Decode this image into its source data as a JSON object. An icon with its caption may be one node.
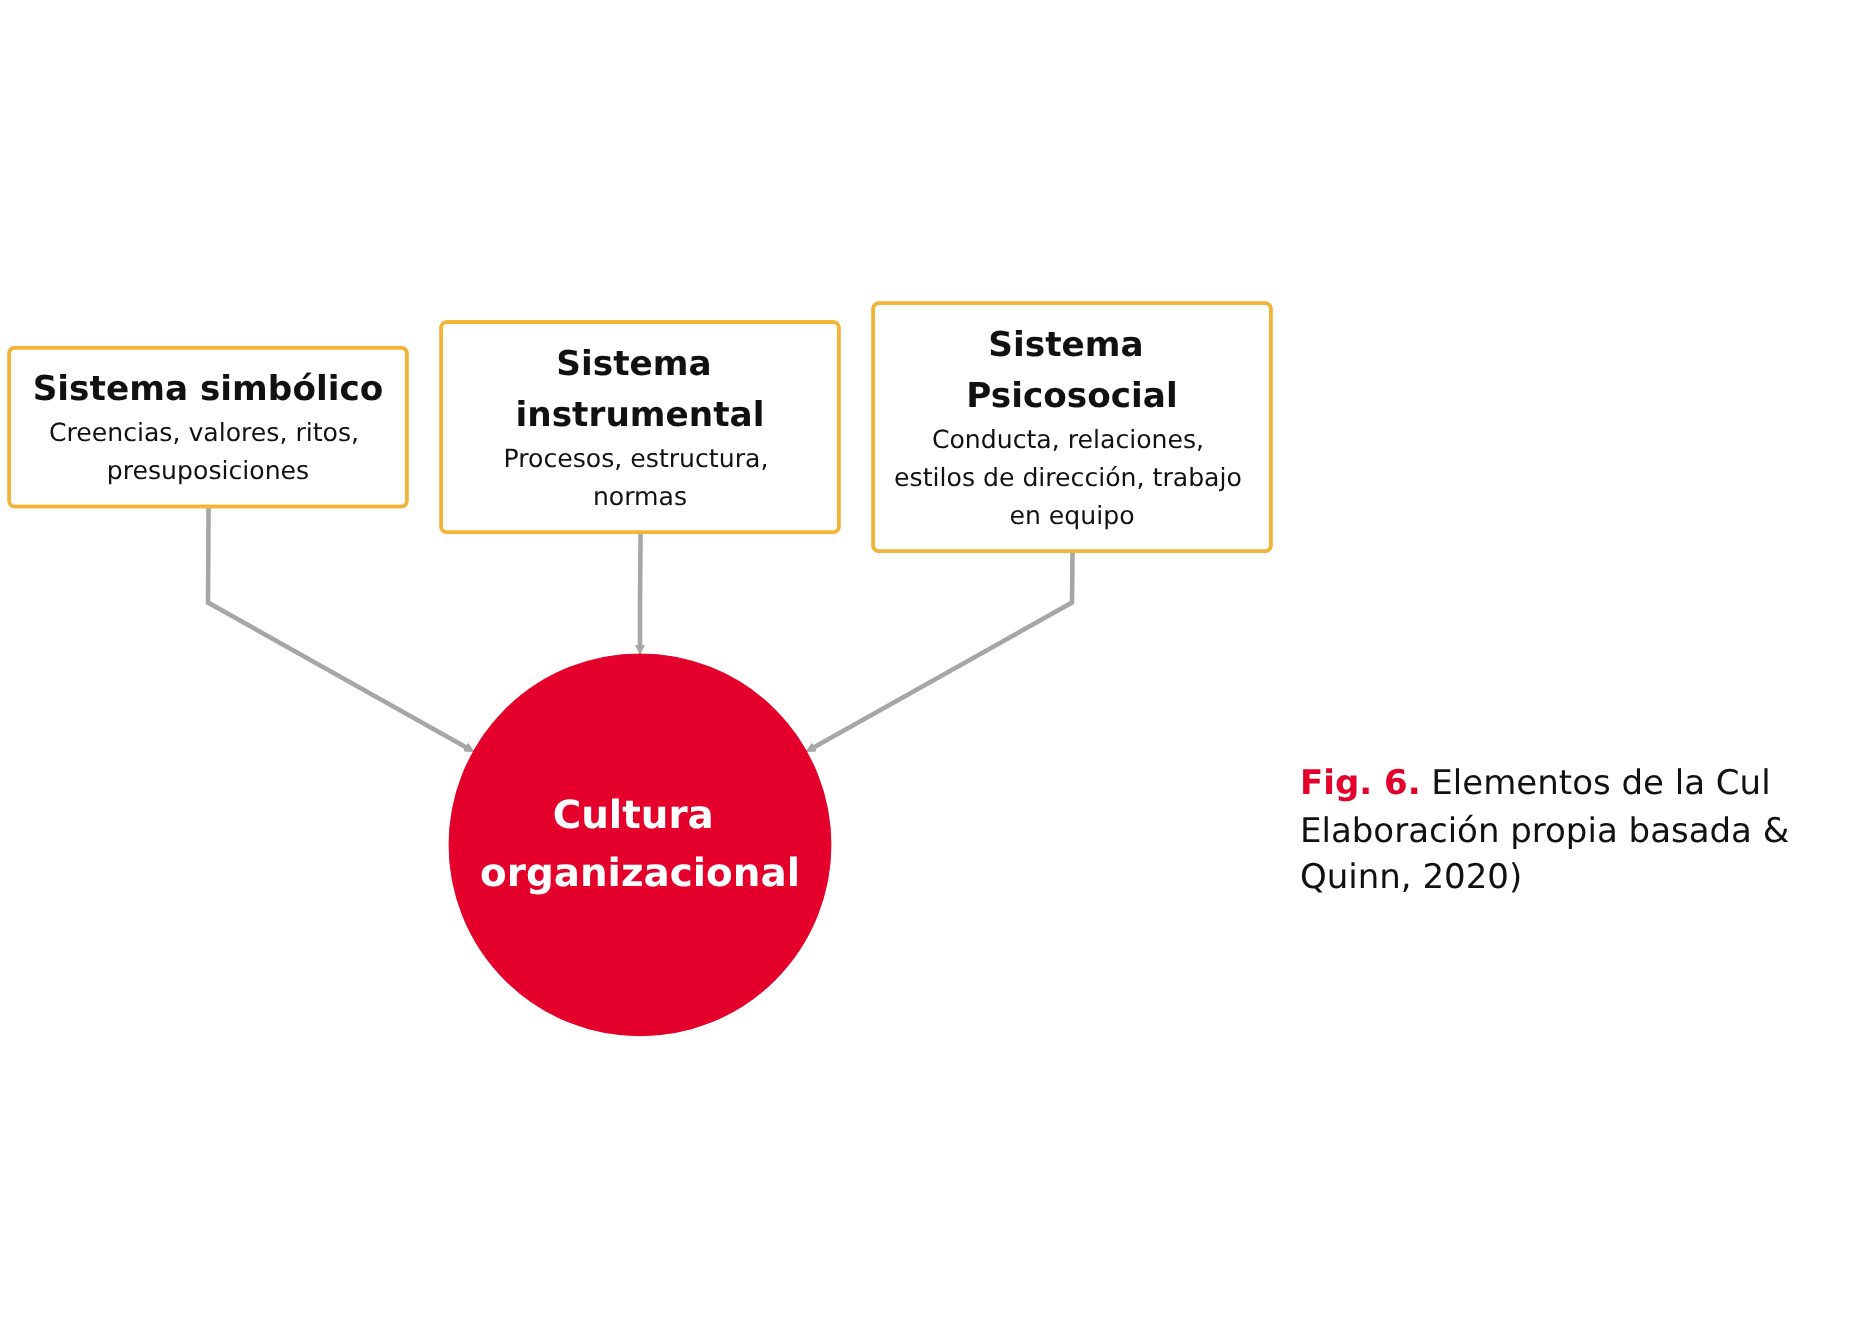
{
  "diagram": {
    "caption": "**Fig. 6.** Elementos de la Cul Elaboración propia basada & Quinn, 2020)",
    "nodes": [
      {
        "text": [
          "Sistema instrumental",
          "Procesos, estructura, normas"
        ]
      },
      {
        "text": [
          "Sistema simbólico",
          "Creencias, valores, ritos, presuposiciones"
        ]
      },
      {
        "text": [
          "Sistema Psicosocial",
          "Conducta, relaciones, estilos de dirección, trabajo en equipo"
        ]
      },
      {
        "text": [
          "Cultura organizacional"
        ]
      }
    ],
    "edges": [
      {
        "from": 1,
        "to": 3,
        "arrow": "to"
      },
      {
        "from": 0,
        "to": 3,
        "arrow": "to"
      },
      {
        "from": 2,
        "to": 3,
        "arrow": "to"
      }
    ]
  }
}
